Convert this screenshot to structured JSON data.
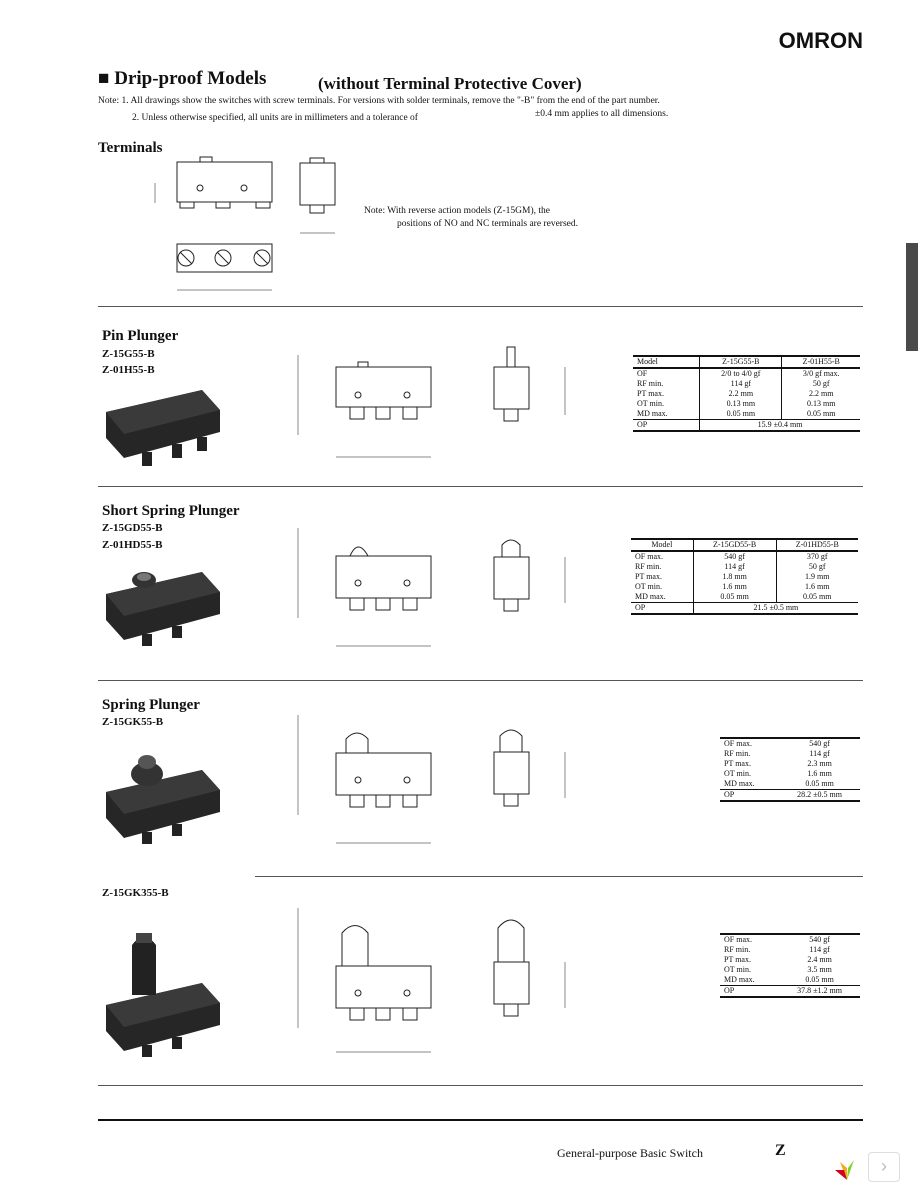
{
  "header": {
    "brand": "OMRON"
  },
  "title": {
    "main": "■ Drip-proof Models",
    "sub": "(without Terminal Protective Cover)"
  },
  "notes": {
    "note1": "Note: 1. All drawings show the switches with screw terminals. For versions with solder terminals, remove the \"-B\" from the end of the part number.",
    "note2a": "2. Unless otherwise specified, all units are in millimeters and a tolerance of",
    "note2b": "±0.4 mm applies to all dimensions."
  },
  "terminals": {
    "heading": "Terminals",
    "note_line1": "Note: With reverse action models (Z-15GM), the",
    "note_line2": "positions of NO and NC terminals are reversed."
  },
  "sections": [
    {
      "heading": "Pin Plunger",
      "models": [
        "Z-15G55-B",
        "Z-01H55-B"
      ],
      "table": {
        "head": [
          "Model",
          "Z-15G55-B",
          "Z-01H55-B"
        ],
        "labels": [
          "OF",
          "RF min.",
          "PT max.",
          "OT min.",
          "MD max."
        ],
        "col1": [
          "2/0 to 4/0 gf",
          "114 gf",
          "2.2 mm",
          "0.13 mm",
          "0.05 mm"
        ],
        "col2": [
          "3/0 gf max.",
          "50 gf",
          "2.2 mm",
          "0.13 mm",
          "0.05 mm"
        ],
        "op_label": "OP",
        "op_value": "15.9 ±0.4 mm"
      }
    },
    {
      "heading": "Short Spring Plunger",
      "models": [
        "Z-15GD55-B",
        "Z-01HD55-B"
      ],
      "table": {
        "head": [
          "Model",
          "Z-15GD55-B",
          "Z-01HD55-B"
        ],
        "labels": [
          "OF max.",
          "RF min.",
          "PT max.",
          "OT min.",
          "MD max."
        ],
        "col1": [
          "540 gf",
          "114 gf",
          "1.8 mm",
          "1.6 mm",
          "0.05 mm"
        ],
        "col2": [
          "370 gf",
          "50 gf",
          "1.9 mm",
          "1.6 mm",
          "0.05 mm"
        ],
        "op_label": "OP",
        "op_value": "21.5 ±0.5 mm"
      }
    },
    {
      "heading": "Spring Plunger",
      "models": [
        "Z-15GK55-B"
      ],
      "table": {
        "labels": [
          "OF max.",
          "RF min.",
          "PT max.",
          "OT min.",
          "MD max."
        ],
        "values": [
          "540 gf",
          "114 gf",
          "2.3 mm",
          "1.6 mm",
          "0.05 mm"
        ],
        "op_label": "OP",
        "op_value": "28.2 ±0.5 mm"
      }
    },
    {
      "heading": "",
      "models": [
        "Z-15GK355-B"
      ],
      "table": {
        "labels": [
          "OF max.",
          "RF min.",
          "PT max.",
          "OT min.",
          "MD max."
        ],
        "values": [
          "540 gf",
          "114 gf",
          "2.4 mm",
          "3.5 mm",
          "0.05 mm"
        ],
        "op_label": "OP",
        "op_value": "37.8 ±1.2 mm"
      }
    }
  ],
  "footer": {
    "text": "General-purpose Basic Switch",
    "letter": "Z",
    "next": "›"
  }
}
